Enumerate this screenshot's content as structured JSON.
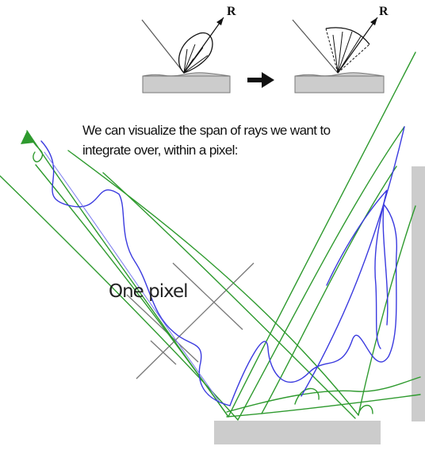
{
  "caption": {
    "line1": "We can visualize the span of rays we want to",
    "line2": "integrate over, within a pixel:"
  },
  "pixel_label": "One pixel",
  "reflection_label_left": "R",
  "reflection_label_right": "R",
  "colors": {
    "surface": "#cccccc",
    "ink_green": "#2e9a2e",
    "ink_blue": "#3a3adf",
    "ink_thin_blue": "#7878f0",
    "pixel_lines": "#777777"
  },
  "icons": {
    "arrow": "right-arrow-icon"
  }
}
